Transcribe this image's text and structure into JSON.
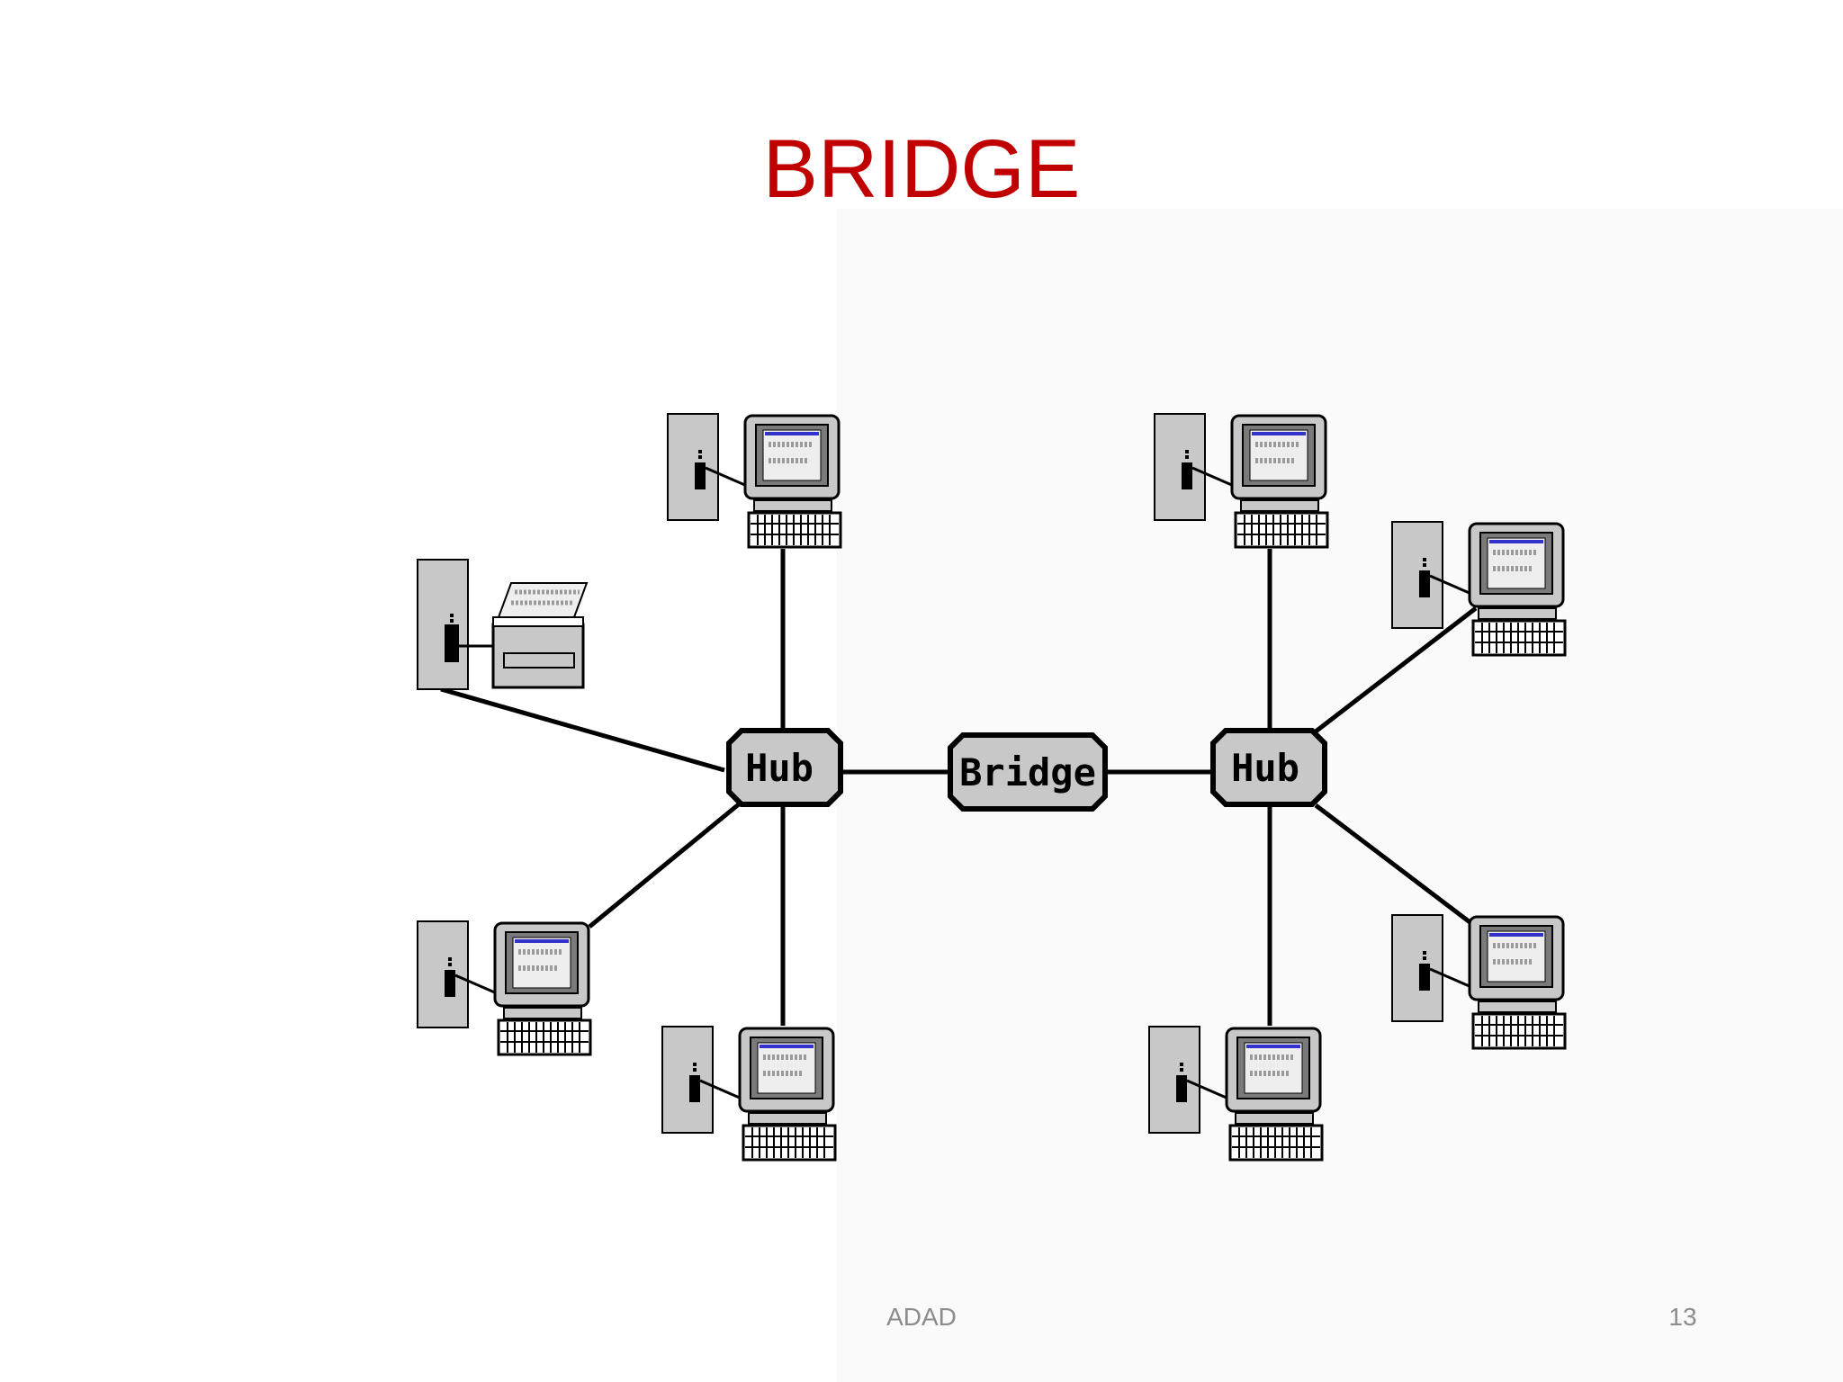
{
  "slide": {
    "title": "BRIDGE",
    "footer": "ADAD",
    "page_number": "13"
  },
  "diagram": {
    "nodes": {
      "hub_left": "Hub",
      "bridge": "Bridge",
      "hub_right": "Hub"
    },
    "devices_left": [
      "computer",
      "printer",
      "computer",
      "computer"
    ],
    "devices_right": [
      "computer",
      "computer",
      "computer",
      "computer"
    ]
  },
  "colors": {
    "title": "#c00000",
    "footer": "#8c8c8c",
    "device_gray": "#c8c8c8",
    "screen_blue": "#3333cc"
  }
}
